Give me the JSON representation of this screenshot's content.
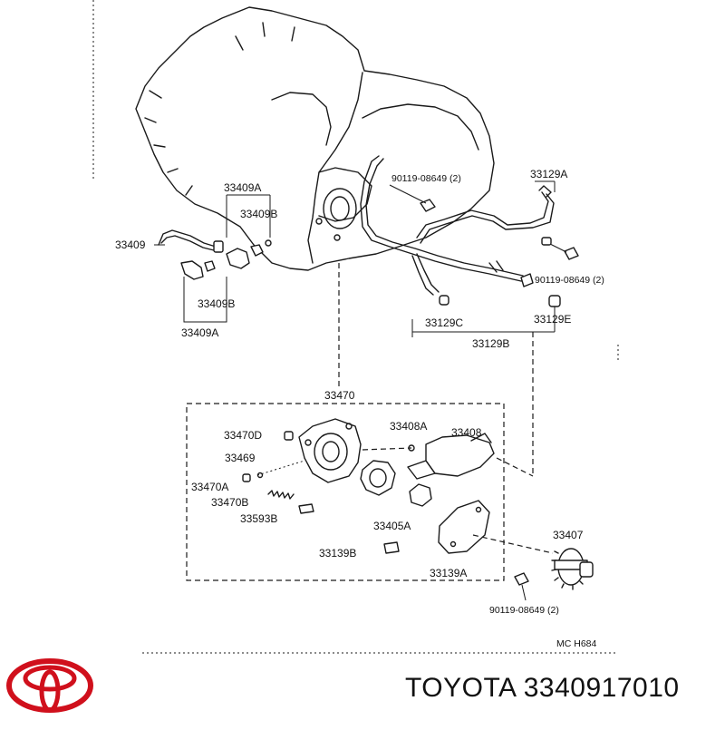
{
  "diagram": {
    "labels": {
      "p33409A_top": "33409A",
      "p33409B_top": "33409B",
      "p33409": "33409",
      "p33409B_low": "33409B",
      "p33409A_low": "33409A",
      "bolt_top": "90119-08649 (2)",
      "p33129A": "33129A",
      "bolt_right": "90119-08649 (2)",
      "p33129C": "33129C",
      "p33129E": "33129E",
      "p33129B": "33129B",
      "p33470": "33470",
      "p33470D": "33470D",
      "p33408A": "33408A",
      "p33408": "33408",
      "p33469": "33469",
      "p33470A": "33470A",
      "p33470B": "33470B",
      "p33593B": "33593B",
      "p33405A": "33405A",
      "p33407": "33407",
      "p33139B": "33139B",
      "p33139A": "33139A",
      "bolt_bottom": "90119-08649 (2)",
      "ref_code": "MC  H684"
    }
  },
  "brand": {
    "part_line": "TOYOTA 3340917010",
    "logo_name": "TOYOTA",
    "logo_color": "#d0101c"
  }
}
